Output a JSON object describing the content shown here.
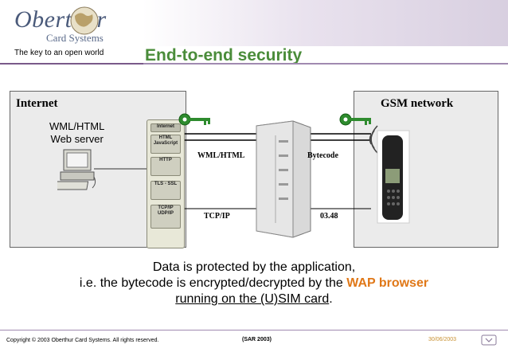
{
  "header": {
    "logo_name": "Oberthur",
    "logo_sub": "Card Systems",
    "tagline": "The key to an open world",
    "title": "End-to-end security"
  },
  "diagram": {
    "internet_label": "Internet",
    "gsm_label": "GSM network",
    "server_label_line1": "WML/HTML",
    "server_label_line2": "Web server",
    "stack_cells": [
      "Internet",
      "HTML JavaScript",
      "HTTP",
      "TLS - SSL",
      "TCP/IP UDP/IP"
    ],
    "link_top_left": "WML/HTML",
    "link_top_right": "Bytecode",
    "link_bottom_left": "TCP/IP",
    "link_bottom_right": "03.48",
    "colors": {
      "panel": "#ebebeb",
      "key": "#2e8b2e",
      "title": "#4a8c3a",
      "accent": "#e07818"
    }
  },
  "note": {
    "line1": "Data is protected by the application,",
    "line2_pre": "i.e. the bytecode is encrypted/decrypted by the ",
    "line2_hl": "WAP browser",
    "line3_ul": "running on the (U)SIM card",
    "line3_post": "."
  },
  "footer": {
    "copyright": "Copyright © 2003 Oberthur Card Systems. All rights reserved.",
    "code": "(SAR 2003)",
    "date": "30/06/2003"
  }
}
